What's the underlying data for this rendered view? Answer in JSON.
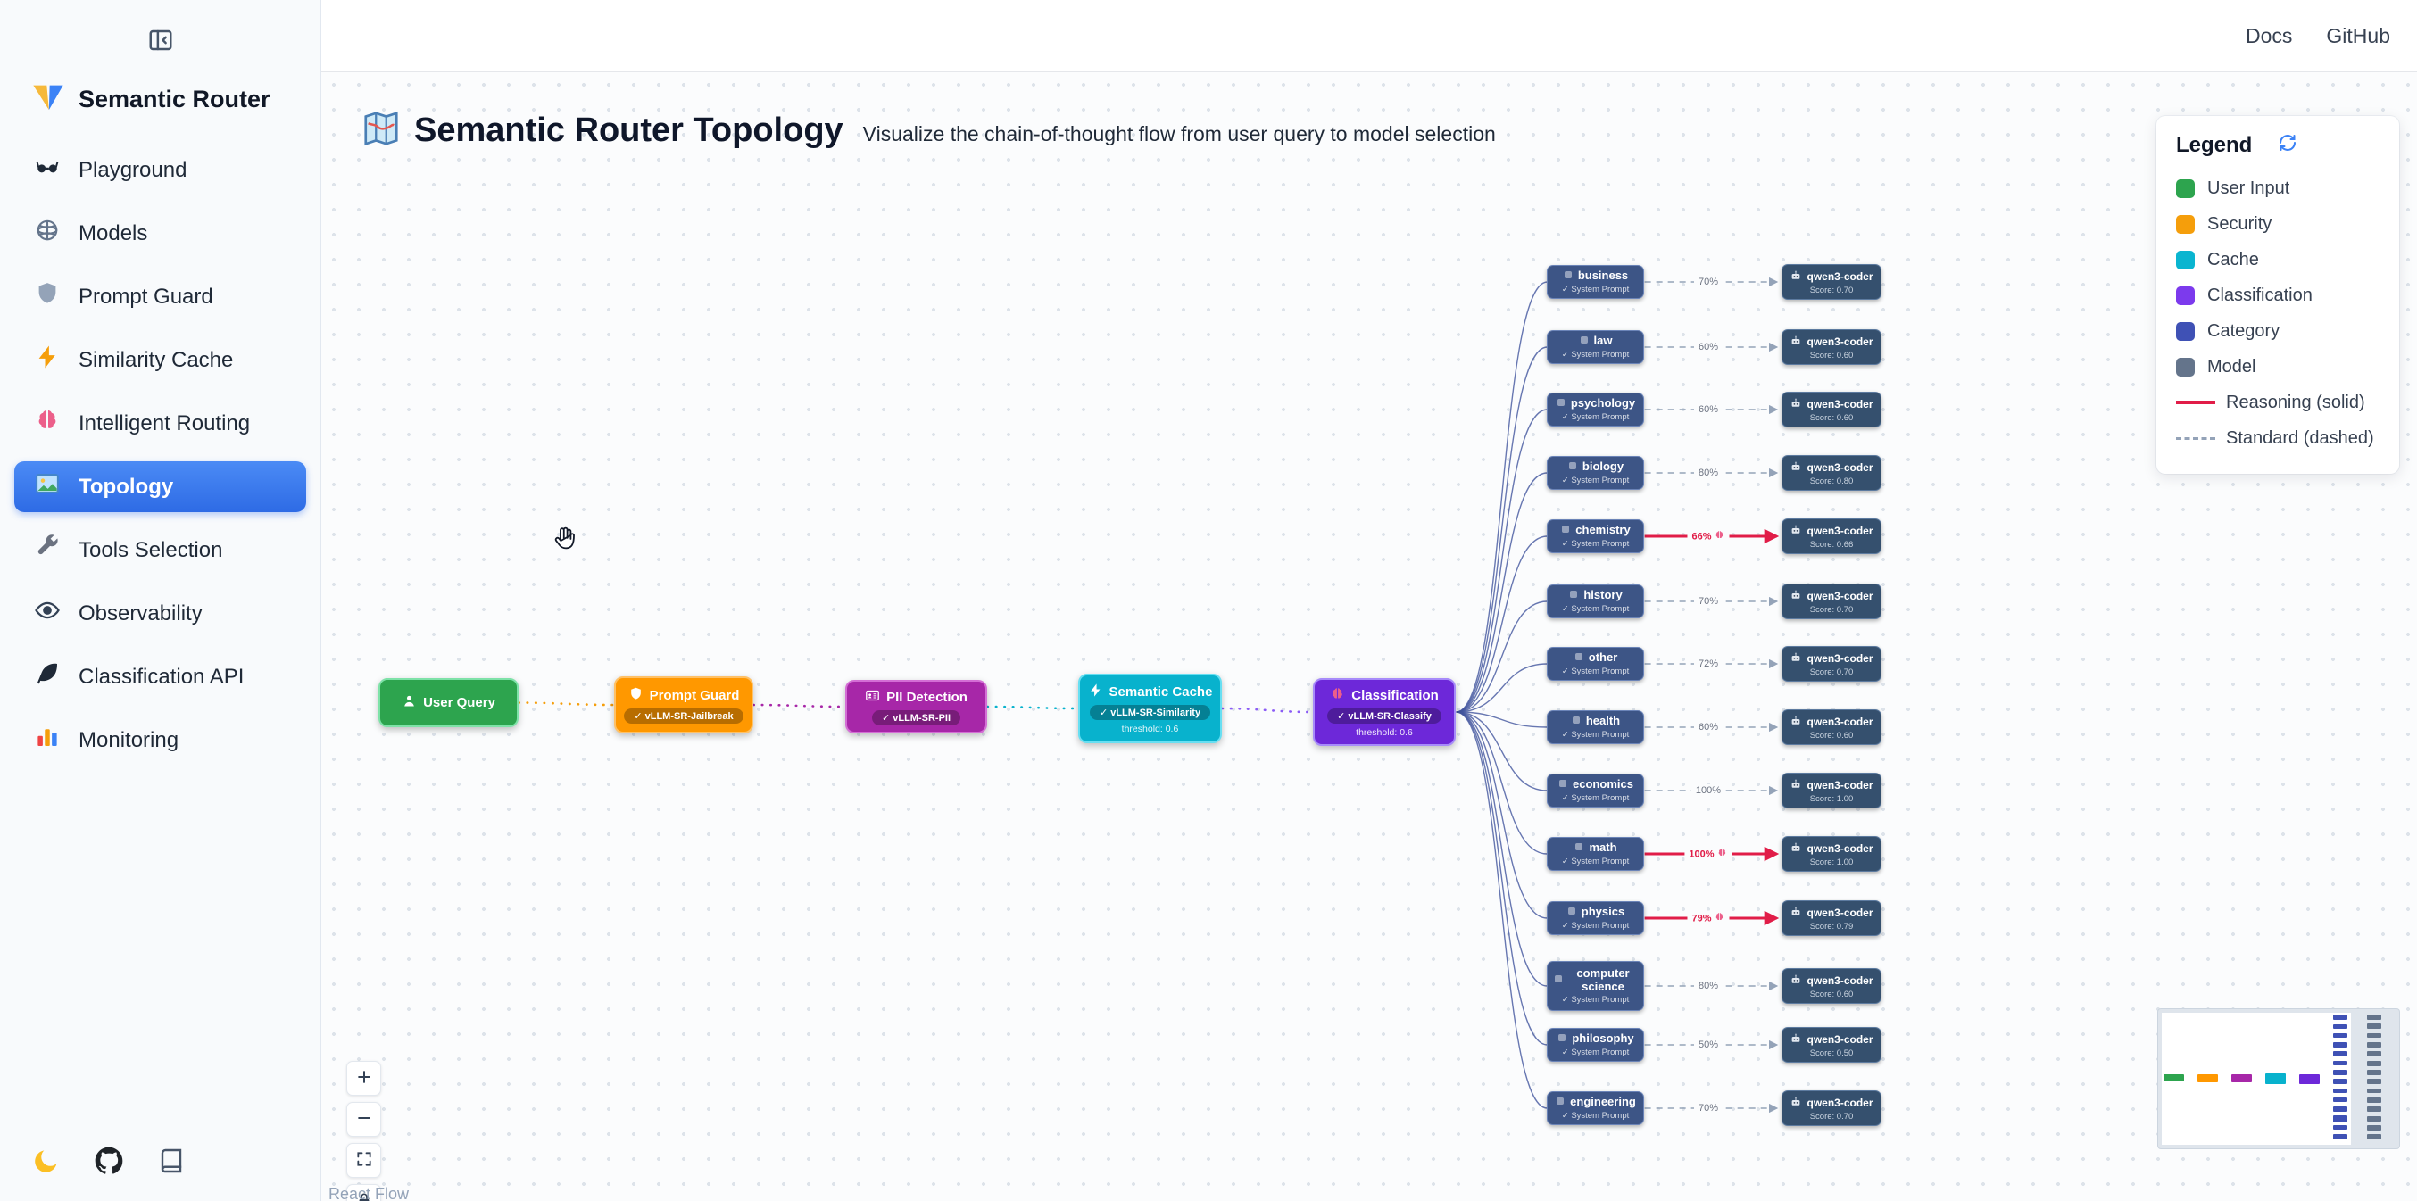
{
  "app": {
    "name": "Semantic Router"
  },
  "topbar": {
    "links": [
      {
        "label": "Docs"
      },
      {
        "label": "GitHub"
      }
    ]
  },
  "sidebar": {
    "items": [
      {
        "label": "Playground",
        "icon": "glasses-icon",
        "active": false
      },
      {
        "label": "Models",
        "icon": "sphere-icon",
        "active": false
      },
      {
        "label": "Prompt Guard",
        "icon": "shield-icon",
        "active": false
      },
      {
        "label": "Similarity Cache",
        "icon": "bolt-icon",
        "active": false
      },
      {
        "label": "Intelligent Routing",
        "icon": "brain-icon",
        "active": false
      },
      {
        "label": "Topology",
        "icon": "topology-icon",
        "active": true
      },
      {
        "label": "Tools Selection",
        "icon": "wrench-icon",
        "active": false
      },
      {
        "label": "Observability",
        "icon": "eye-icon",
        "active": false
      },
      {
        "label": "Classification API",
        "icon": "feather-icon",
        "active": false
      },
      {
        "label": "Monitoring",
        "icon": "chart-icon",
        "active": false
      }
    ],
    "footer_buttons": [
      {
        "name": "theme-toggle-button",
        "icon": "moon-icon"
      },
      {
        "name": "github-button",
        "icon": "github-icon"
      },
      {
        "name": "docs-book-button",
        "icon": "book-icon"
      }
    ]
  },
  "header": {
    "title": "Semantic Router Topology",
    "title_icon": "map-icon",
    "subtitle": "Visualize the chain-of-thought flow from user query to model selection"
  },
  "legend": {
    "title": "Legend",
    "items": [
      {
        "label": "User Input",
        "color": "#2da44e"
      },
      {
        "label": "Security",
        "color": "#f59e0b"
      },
      {
        "label": "Cache",
        "color": "#0ab5d0"
      },
      {
        "label": "Classification",
        "color": "#7c3aed"
      },
      {
        "label": "Category",
        "color": "#3f51b5"
      },
      {
        "label": "Model",
        "color": "#64748b"
      }
    ],
    "lines": [
      {
        "label": "Reasoning (solid)",
        "color": "#e11d48",
        "dashed": false
      },
      {
        "label": "Standard (dashed)",
        "color": "#94a3b8",
        "dashed": true
      }
    ]
  },
  "flow": {
    "pipeline": [
      {
        "label": "User Query",
        "icon": "user-icon",
        "badge": null,
        "meta": null,
        "bg": "#2da44e",
        "border": "#7ee2a8"
      },
      {
        "label": "Prompt Guard",
        "icon": "shield-icon",
        "badge": "✓ vLLM-SR-Jailbreak",
        "meta": null,
        "bg": "#ff9800",
        "border": "#ffc166"
      },
      {
        "label": "PII Detection",
        "icon": "id-card-icon",
        "badge": "✓ vLLM-SR-PII",
        "meta": null,
        "bg": "#a727a8",
        "border": "#d46ed5"
      },
      {
        "label": "Semantic Cache",
        "icon": "bolt-icon",
        "badge": "✓ vLLM-SR-Similarity",
        "meta": "threshold: 0.6",
        "bg": "#08b2cd",
        "border": "#67dff2"
      },
      {
        "label": "Classification",
        "icon": "brain-icon",
        "badge": "✓ vLLM-SR-Classify",
        "meta": "threshold: 0.6",
        "bg": "#6d28d9",
        "border": "#a78bfa"
      }
    ],
    "category_sublabel": "✓ System Prompt",
    "categories": [
      {
        "name": "business",
        "pct": "70%",
        "reasoning": false,
        "score": "0.70"
      },
      {
        "name": "law",
        "pct": "60%",
        "reasoning": false,
        "score": "0.60"
      },
      {
        "name": "psychology",
        "pct": "60%",
        "reasoning": false,
        "score": "0.60"
      },
      {
        "name": "biology",
        "pct": "80%",
        "reasoning": false,
        "score": "0.80"
      },
      {
        "name": "chemistry",
        "pct": "66%",
        "reasoning": true,
        "score": "0.66"
      },
      {
        "name": "history",
        "pct": "70%",
        "reasoning": false,
        "score": "0.70"
      },
      {
        "name": "other",
        "pct": "72%",
        "reasoning": false,
        "score": "0.70"
      },
      {
        "name": "health",
        "pct": "60%",
        "reasoning": false,
        "score": "0.60"
      },
      {
        "name": "economics",
        "pct": "100%",
        "reasoning": false,
        "score": "1.00"
      },
      {
        "name": "math",
        "pct": "100%",
        "reasoning": true,
        "score": "1.00"
      },
      {
        "name": "physics",
        "pct": "79%",
        "reasoning": true,
        "score": "0.79"
      },
      {
        "name": "computer science",
        "pct": "80%",
        "reasoning": false,
        "score": "0.60"
      },
      {
        "name": "philosophy",
        "pct": "50%",
        "reasoning": false,
        "score": "0.50"
      },
      {
        "name": "engineering",
        "pct": "70%",
        "reasoning": false,
        "score": "0.70"
      }
    ],
    "model": {
      "label": "qwen3-coder",
      "icon": "robot-icon",
      "score_prefix": "Score:"
    },
    "colors": {
      "category_bg": "#3d5586",
      "category_border": "#6b84b8",
      "model_bg": "#35506e",
      "model_border": "#5d7ba0",
      "fan_edge": "#42559e",
      "standard_edge": "#94a3b8",
      "reasoning_edge": "#e11d48",
      "pipeline_edges": [
        "#f59e0b",
        "#a727a8",
        "#08b2cd",
        "#8b5cf6"
      ]
    },
    "attribution": "React Flow"
  },
  "controls": {
    "buttons": [
      {
        "name": "zoom-in-button",
        "icon": "plus-icon"
      },
      {
        "name": "zoom-out-button",
        "icon": "minus-icon"
      },
      {
        "name": "fit-view-button",
        "icon": "fit-icon"
      },
      {
        "name": "lock-button",
        "icon": "lock-icon"
      }
    ]
  }
}
